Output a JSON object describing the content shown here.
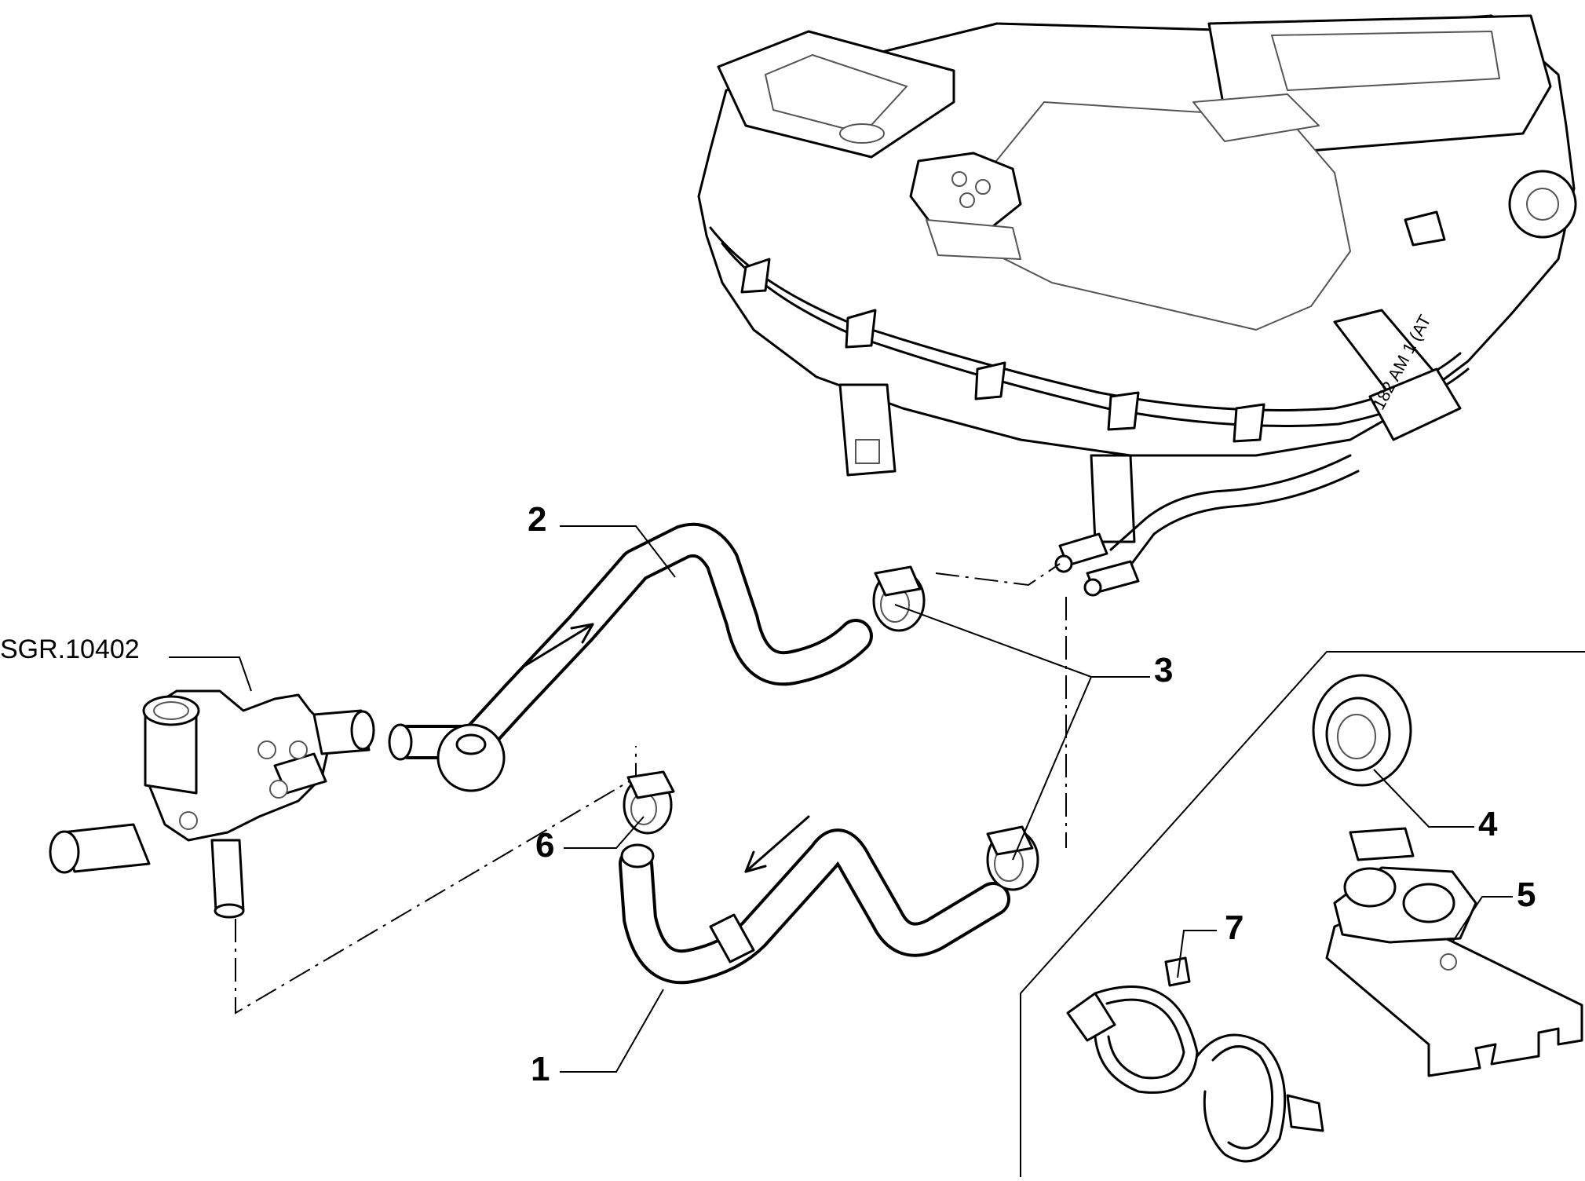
{
  "diagram": {
    "reference_label": "SGR.10402",
    "callouts": {
      "hose_lower": "1",
      "hose_upper": "2",
      "clamp_pair": "3",
      "grommet": "4",
      "bracket": "5",
      "small_clamp": "6",
      "clip": "7"
    },
    "heater_stamp": "182 AM 1 (AT"
  }
}
